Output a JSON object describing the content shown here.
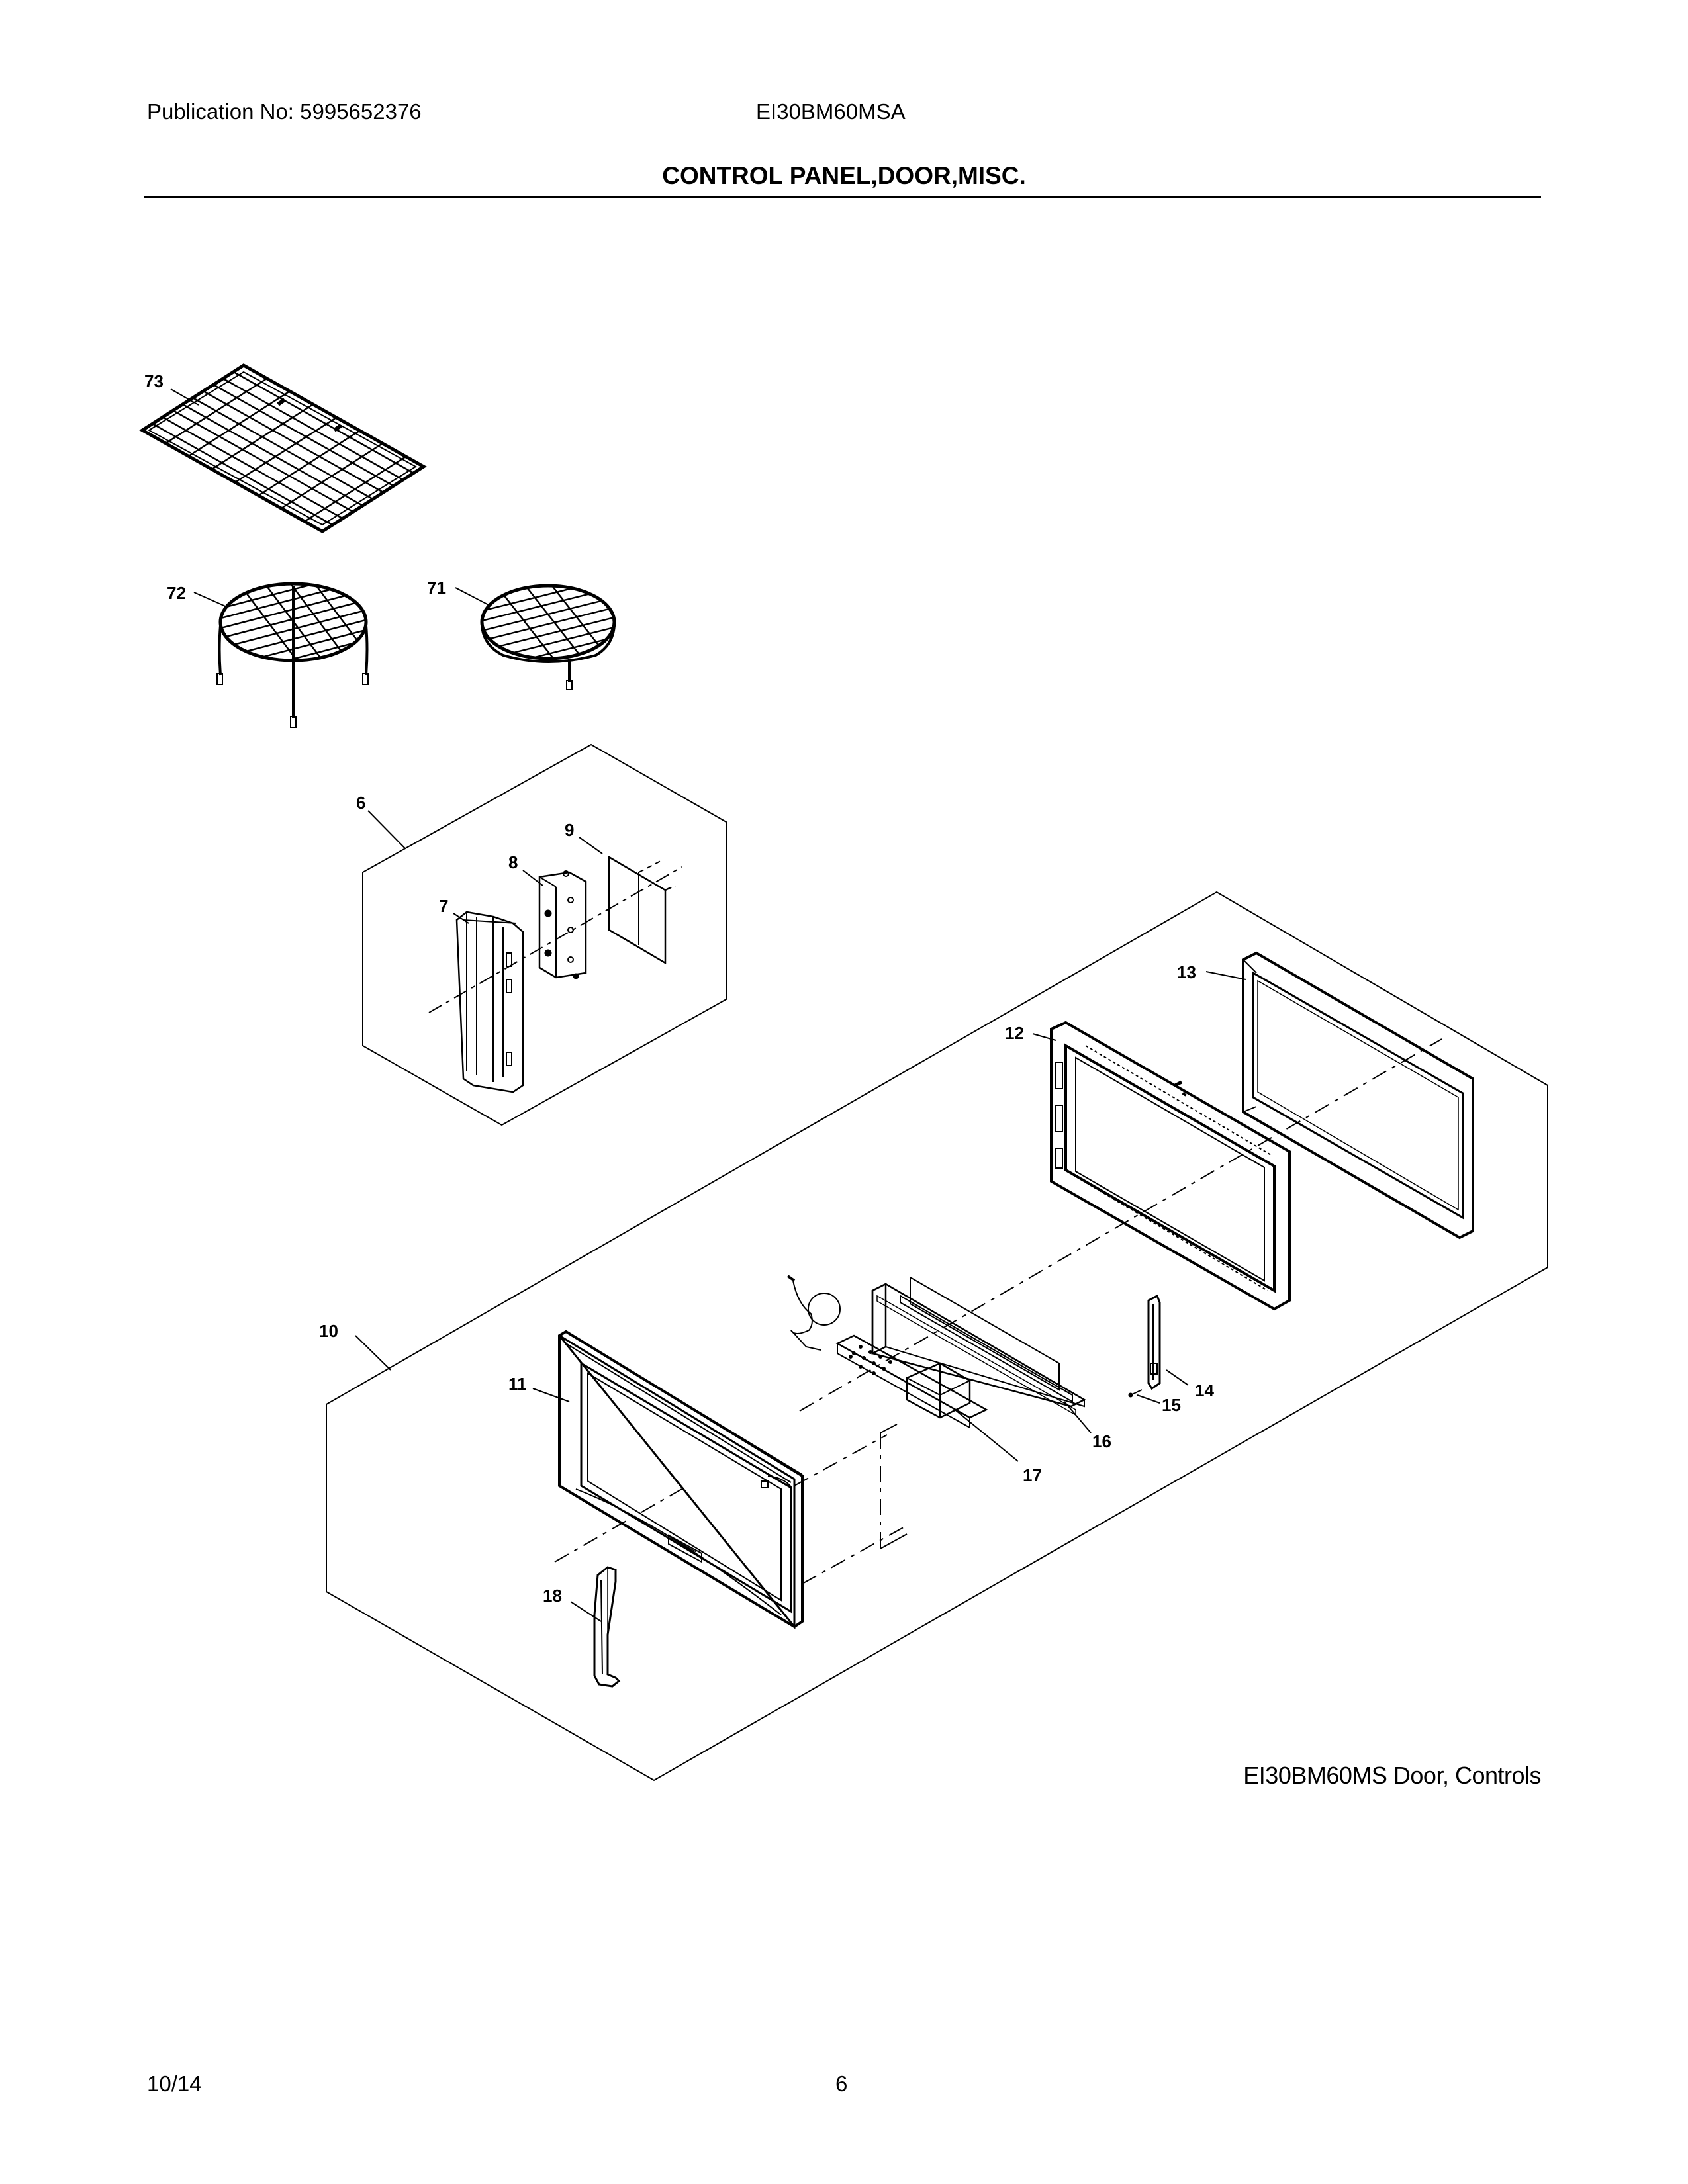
{
  "header": {
    "publication": "Publication No:  5995652376",
    "model": "EI30BM60MSA",
    "title": "CONTROL PANEL,DOOR,MISC."
  },
  "diagram": {
    "caption": "EI30BM60MS Door, Controls",
    "callouts": {
      "c73": "73",
      "c72": "72",
      "c71": "71",
      "c6": "6",
      "c7": "7",
      "c8": "8",
      "c9": "9",
      "c10": "10",
      "c11": "11",
      "c12": "12",
      "c13": "13",
      "c14": "14",
      "c15": "15",
      "c16": "16",
      "c17": "17",
      "c18": "18"
    }
  },
  "footer": {
    "date": "10/14",
    "page": "6"
  }
}
